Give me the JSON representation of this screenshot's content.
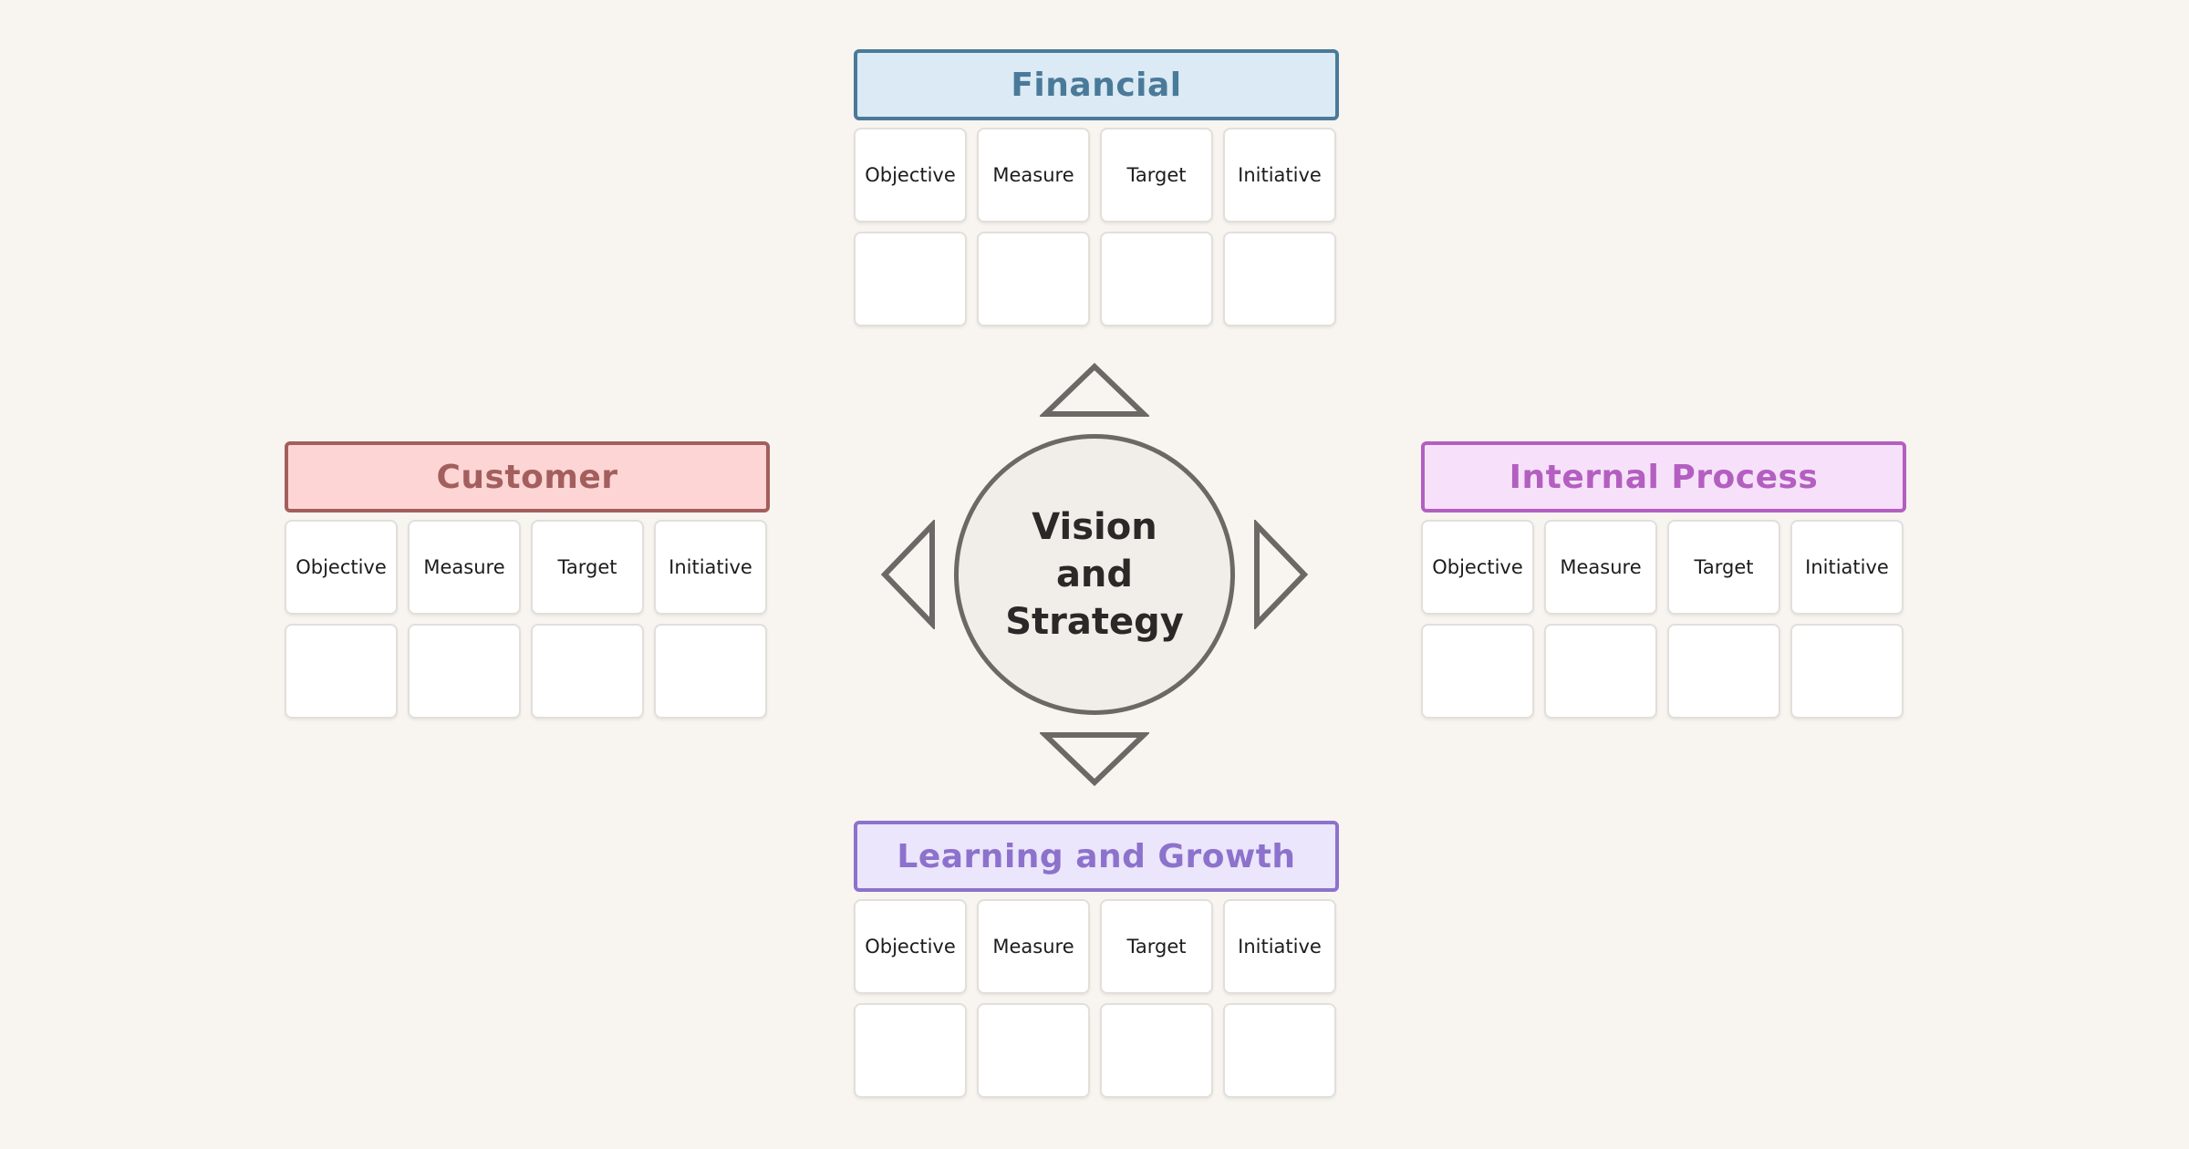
{
  "center": {
    "lines": [
      "Vision",
      "and",
      "Strategy"
    ]
  },
  "column_labels": [
    "Objective",
    "Measure",
    "Target",
    "Initiative"
  ],
  "panels": {
    "financial": {
      "title": "Financial",
      "header_bg": "#dbeaf4",
      "header_border": "#4a7a99",
      "header_text": "#4a7a99"
    },
    "customer": {
      "title": "Customer",
      "header_bg": "#fdd5d5",
      "header_border": "#a35f5d",
      "header_text": "#a35f5d"
    },
    "internal": {
      "title": "Internal Process",
      "header_bg": "#f7e1fa",
      "header_border": "#b35fc0",
      "header_text": "#b35fc0"
    },
    "learning": {
      "title": "Learning and Growth",
      "header_bg": "#ebe6fb",
      "header_border": "#8c72cc",
      "header_text": "#8c72cc"
    }
  },
  "colors": {
    "background": "#f8f4f0",
    "arrow_stroke": "#6b6866",
    "hub_fill": "#f1ede8"
  },
  "icons": {
    "up": "triangle-up-icon",
    "down": "triangle-down-icon",
    "left": "triangle-left-icon",
    "right": "triangle-right-icon"
  }
}
